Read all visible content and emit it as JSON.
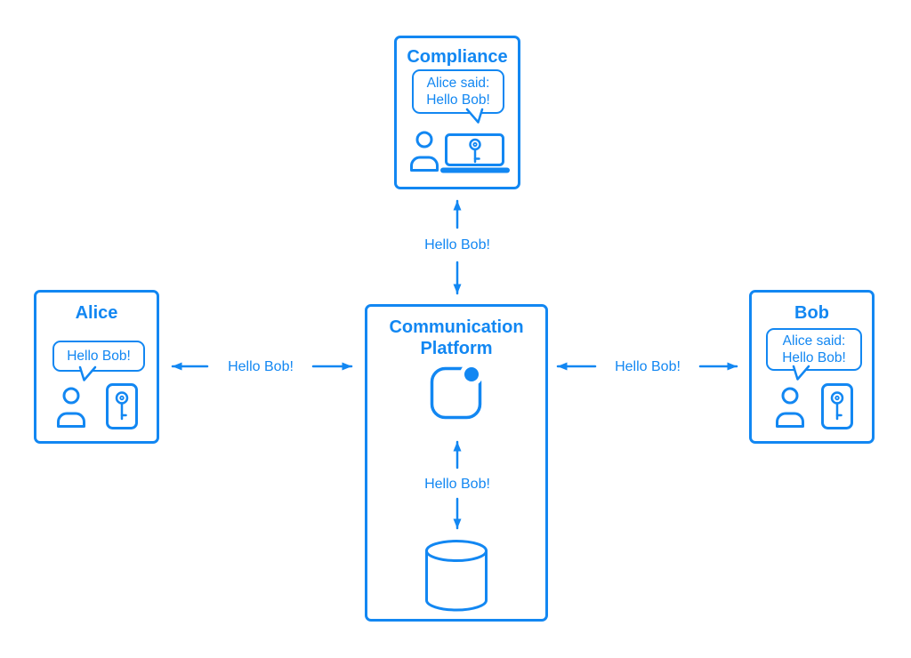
{
  "colors": {
    "accent": "#1287F2",
    "background": "#FFFFFF"
  },
  "nodes": {
    "compliance": {
      "title": "Compliance",
      "bubble": [
        "Alice said:",
        "Hello Bob!"
      ]
    },
    "alice": {
      "title": "Alice",
      "bubble": [
        "Hello Bob!"
      ]
    },
    "bob": {
      "title": "Bob",
      "bubble": [
        "Alice said:",
        "Hello Bob!"
      ]
    },
    "platform": {
      "title": [
        "Communication",
        "Platform"
      ]
    }
  },
  "messages": {
    "compliance_link": "Hello Bob!",
    "alice_link": "Hello Bob!",
    "bob_link": "Hello Bob!",
    "storage_link": "Hello Bob!"
  },
  "icons": {
    "person": "person-icon",
    "phone_key": "phone-key-icon",
    "laptop_key": "laptop-key-icon",
    "app_notification": "app-notification-icon",
    "database": "database-cylinder-icon"
  }
}
